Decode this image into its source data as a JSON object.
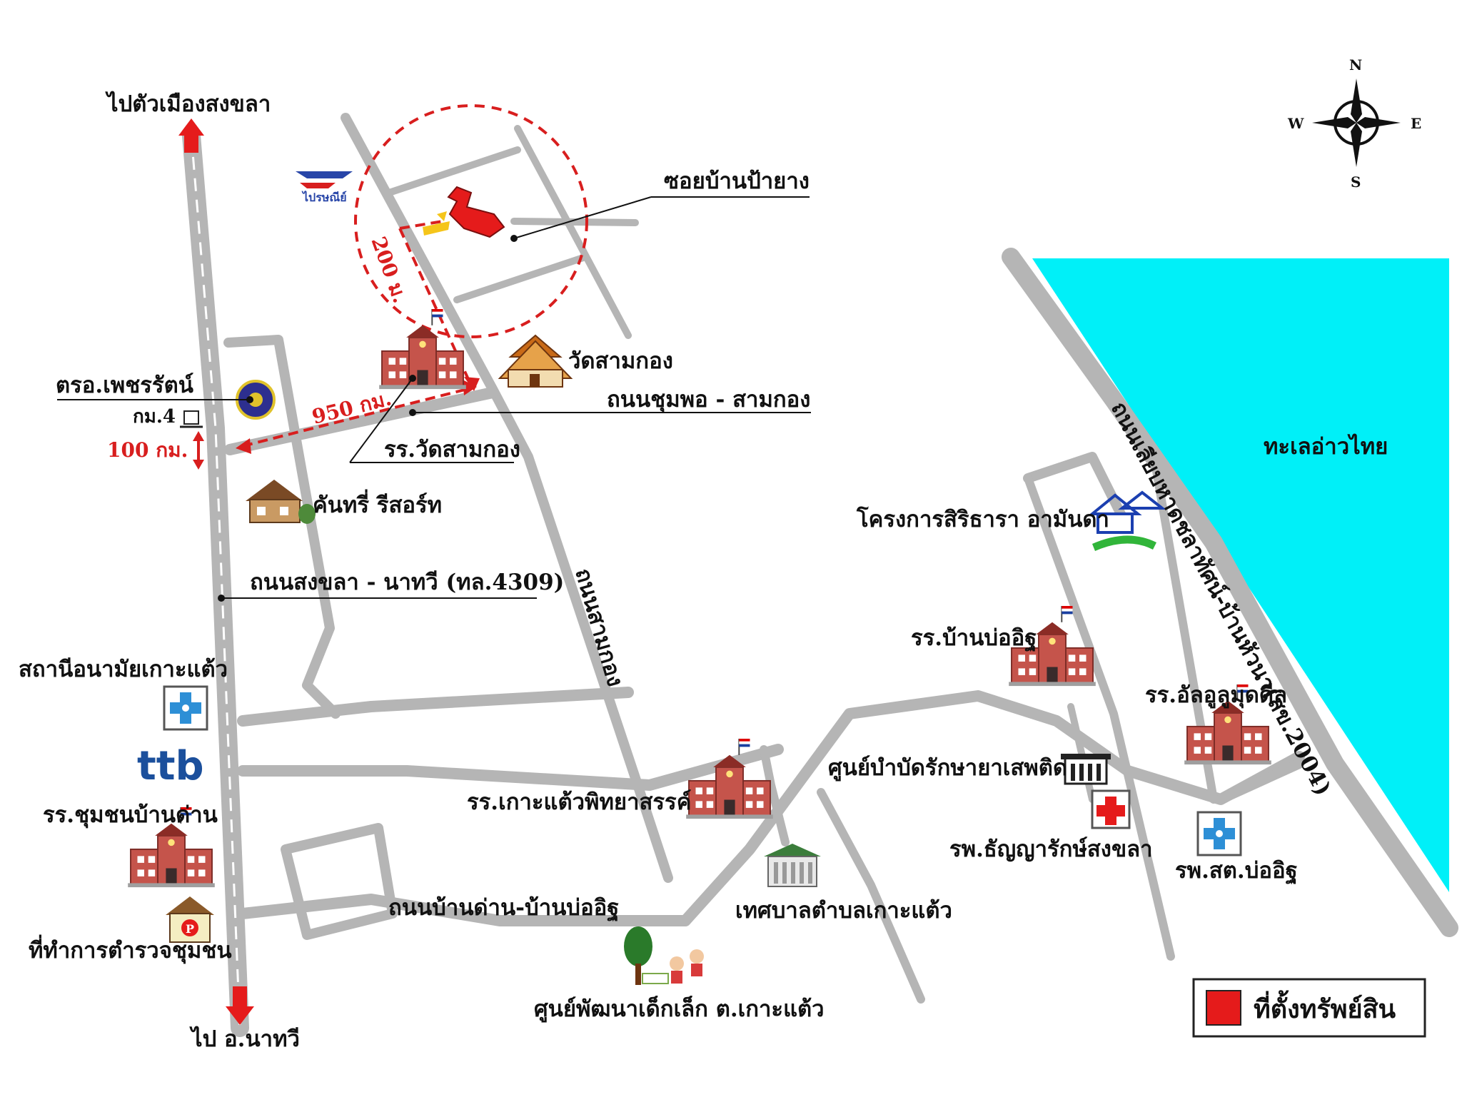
{
  "map": {
    "labels": {
      "to_songkhla_city": "ไปตัวเมืองสงขลา",
      "to_nathawi": "ไป อ.นาทวี",
      "soi_ban_pa_yang": "ซอยบ้านป้ายาง",
      "wat_sam_kong": "วัดสามกอง",
      "chum_pho_sam_kong_road": "ถนนชุมพอ - สามกอง",
      "police_station_label": "ตรอ.เพชรรัตน์",
      "km4": "กม.4",
      "dist_950": "950 กม.",
      "dist_200": "200 ม.",
      "dist_100": "100 กม.",
      "wat_sam_kong_school": "รร.วัดสามกอง",
      "country_resort": "คันทรี่ รีสอร์ท",
      "songkhla_nathawi_road": "ถนนสงขลา - นาทวี (ทล.4309)",
      "health_station": "สถานีอนามัยเกาะแต้ว",
      "ban_dan_school": "รร.ชุมชนบ้านด่าน",
      "community_police": "ที่ทำการตำรวจชุมชน",
      "sam_kong_road": "ถนนสามกอง",
      "ban_dan_bo_it_road": "ถนนบ้านด่าน-บ้านบ่ออิฐ",
      "child_center": "ศูนย์พัฒนาเด็กเล็ก ต.เกาะแต้ว",
      "kotaeo_school": "รร.เกาะแต้วพิทยาสรรค์",
      "municipality": "เทศบาลตำบลเกาะแต้ว",
      "drug_center": "ศูนย์บำบัดรักษายาเสพติด",
      "thanyarak_hospital": "รพ.ธัญญารักษ์สงขลา",
      "bo_it_health": "รพ.สต.บ่ออิฐ",
      "ban_bo_it_school": "รร.บ้านบ่ออิฐ",
      "alulum_school": "รร.อัลอูลูมุดดีล",
      "sirichara_project": "โครงการสิริธารา อามันดา",
      "beach_road": "ถนนเลียบหาดชลาทัศน์-บ้านหัวนา(สข.2004)",
      "gulf_of_thailand": "ทะเลอ่าวไทย",
      "post_logo_text": "ไปรษณีย์",
      "bank_logo_text": "ttb"
    },
    "compass": {
      "north": "N",
      "south": "S",
      "east": "E",
      "west": "W"
    },
    "legend": {
      "property_location": "ที่ตั้งทรัพย์สิน"
    },
    "colors": {
      "road": "#b5b5b5",
      "sea": "#00f0f8",
      "property": "#e51b1b",
      "annotation": "#d81e1e",
      "school_brick": "#b8413a"
    }
  }
}
